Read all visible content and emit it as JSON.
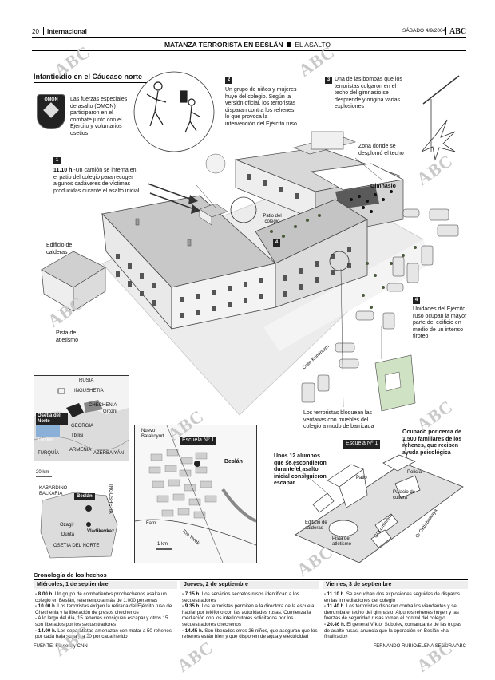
{
  "header": {
    "page_number": "20",
    "section": "Internacional",
    "date": "SÁBADO 4/9/2004",
    "logo": "ABC"
  },
  "headline": {
    "main": "MATANZA TERRORISTA EN BESLÁN",
    "sub": "EL ASALTO"
  },
  "graphic_title": "Infanticidio en el Cáucaso norte",
  "badge_label": "OMON",
  "watermark": "ABC",
  "annotations": {
    "omon": "Las fuerzas especiales de asalto (OMON) participaron en el combate junto con el Ejército y voluntarios osetios",
    "n1": "1",
    "n1_text_bold": "11.10 h.",
    "n1_text": "-Un camión se interna en el patio del colegio para recoger algunos cadáveres de víctimas producidas durante el asalto inicial",
    "n2": "2",
    "n2_text": "Un grupo de niños y mujeres huye del colegio. Según la versión oficial, los terroristas disparan contra los rehenes, lo que provoca la intervención del Ejército ruso",
    "n3": "3",
    "n3_text": "Una de las bombas que los terroristas colgaron en el techo del gimnasio se desprende y origina varias explosiones",
    "n4": "4",
    "n4_text": "Unidades del Ejército ruso ocupan la mayor parte del edificio en medio de un intenso tiroteo",
    "zona": "Zona donde se desplomó el techo",
    "gimnasio": "Gimnasio",
    "patio": "Patio del colegio",
    "calderas": "Edificio de calderas",
    "pista": "Pista de atletismo",
    "calle": "Calle Komintern",
    "bloquean": "Los terroristas bloquean las ventanas con muebles del colegio a modo de barricada"
  },
  "map_region": {
    "russia": "RUSIA",
    "ingushetia": "INGUSHETIA",
    "chechenia": "CHECHENIA",
    "grozni": "Grozni",
    "osetia": "Osetia del Norte",
    "georgia": "GEORGIA",
    "tbilisi": "Tbilisi",
    "armenia": "ARMENIA",
    "azerbaiyan": "AZERBAIYÁN",
    "turquia": "TURQUÍA",
    "scale": "100 km"
  },
  "map_province": {
    "scale": "20 km",
    "kabardino": "KABARDINO BALKARIA",
    "ingushetia": "INGUSHETIA",
    "beslan": "Beslán",
    "ozagir": "Ozagir",
    "dunta": "Dunta",
    "vladikavkaz": "Vladikavkaz",
    "osetia": "OSETIA DEL NORTE"
  },
  "map_town": {
    "nuevo": "Nuevo Batakoyurt",
    "escuela": "Escuela Nº 1",
    "beslan": "Beslán",
    "farn": "Farn",
    "rio": "Río Terek",
    "scale": "1 km"
  },
  "school_plan": {
    "escuela": "Escuela Nº 1",
    "ocupado": "Ocupado por cerca de 1.500 familiares de los rehenes, que reciben ayuda psicológica",
    "unos": "Unos 12 alumnos que se escondieron durante el asalto inicial consiguieron escapar",
    "patio": "Patio",
    "policia": "Policía",
    "palacio": "Palacio de cultura",
    "komintern": "C/ Komintern",
    "oktiabrskaya": "C/ Oktiabrskaya",
    "calderas": "Edificio de calderas",
    "pista": "Pista de atletismo"
  },
  "chronology": {
    "title": "Cronología de los hechos",
    "columns": [
      {
        "day": "Miércoles, 1 de septiembre",
        "entries": [
          {
            "time": "- 8.00 h.",
            "text": " Un grupo de combatientes prochechenos asalta un colegio en Beslán, reteniendo a más de 1.000 personas"
          },
          {
            "time": "- 10.00 h.",
            "text": " Los terroristas exigen la retirada del Ejército ruso de Chechenia y la liberación de presos chechenos"
          },
          {
            "time": "",
            "text": "- A lo largo del día, 15 rehenes consiguen escapar y otros 15 son liberados por los secuestradores"
          },
          {
            "time": "- 14.00 h.",
            "text": " Los separatistas amenazan con matar a 50 rehenes por cada baja suya y a 20 por cada herido"
          }
        ]
      },
      {
        "day": "Jueves, 2 de septiembre",
        "entries": [
          {
            "time": "- 7.15 h.",
            "text": " Los servicios secretos rusos identifican a los secuestradores"
          },
          {
            "time": "- 9.35 h.",
            "text": " Los terroristas permiten a la directora de la escuela hablar por teléfono con las autoridades rusas. Comienza la mediación con los interlocutores solicitados por los secuestradores chechenos"
          },
          {
            "time": "- 14.45 h.",
            "text": " Son liberados otros 26 niños, que aseguran que los rehenes están bien y que disponen de agua y electricidad"
          }
        ]
      },
      {
        "day": "Viernes, 3 de septiembre",
        "entries": [
          {
            "time": "- 11.10 h.",
            "text": " Se escuchan dos explosiones seguidas de disparos en las inmediaciones del colegio"
          },
          {
            "time": "- 11.40 h.",
            "text": " Los terroristas disparan contra los viandantes y se derrumba el techo del gimnasio. Algunos rehenes huyen y las fuerzas de seguridad rusas toman el control del colegio"
          },
          {
            "time": "- 20.46 h.",
            "text": " El general Víktor Sobolev, comandante de las tropas de asalto rusas, anuncia que la operación en Beslán «ha finalizado»"
          }
        ]
      }
    ]
  },
  "footer": {
    "source": "FUENTE: Reuters y CNN",
    "credit": "FERNANDO RUBIO/ELENA SEGURA/ABC"
  }
}
